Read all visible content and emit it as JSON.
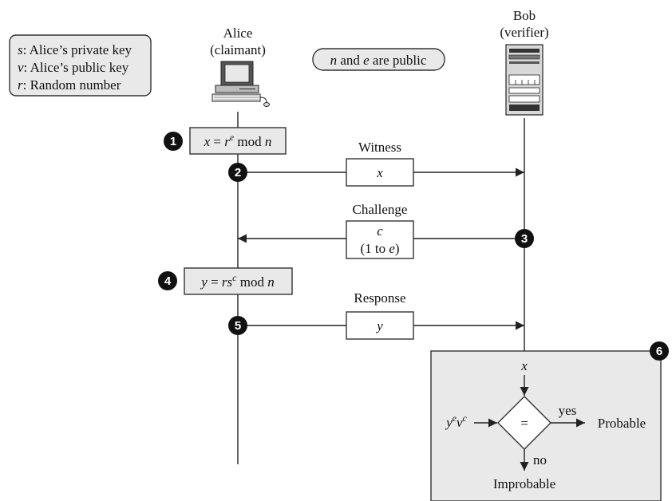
{
  "alice": {
    "name": "Alice",
    "role": "(claimant)"
  },
  "bob": {
    "name": "Bob",
    "role": "(verifier)"
  },
  "legend": {
    "items": [
      {
        "var": "s",
        "text": ": Alice’s private key"
      },
      {
        "var": "v",
        "text": ": Alice’s public key"
      },
      {
        "var": "r",
        "text": ": Random number"
      }
    ]
  },
  "public_note": {
    "n": "n",
    "and": " and ",
    "e": "e",
    "rest": " are public"
  },
  "steps": [
    "1",
    "2",
    "3",
    "4",
    "5",
    "6"
  ],
  "step1": {
    "x": "x",
    "eq": " = ",
    "r": "r",
    "exp": "e",
    "mod": " mod ",
    "n": "n"
  },
  "step4": {
    "y": "y",
    "eq": " = ",
    "rs": "rs",
    "exp": "c",
    "mod": " mod ",
    "n": "n"
  },
  "witness": {
    "label": "Witness",
    "value": "x"
  },
  "challenge": {
    "label": "Challenge",
    "value": "c",
    "range_open": "(1 to ",
    "range_var": "e",
    "range_close": ")"
  },
  "response": {
    "label": "Response",
    "value": "y"
  },
  "verify": {
    "input_top": "x",
    "input_left": {
      "y": "y",
      "e": "e",
      "v": "v",
      "c": "c"
    },
    "operator": "=",
    "yes": "yes",
    "no": "no",
    "probable": "Probable",
    "improbable": "Improbable"
  }
}
